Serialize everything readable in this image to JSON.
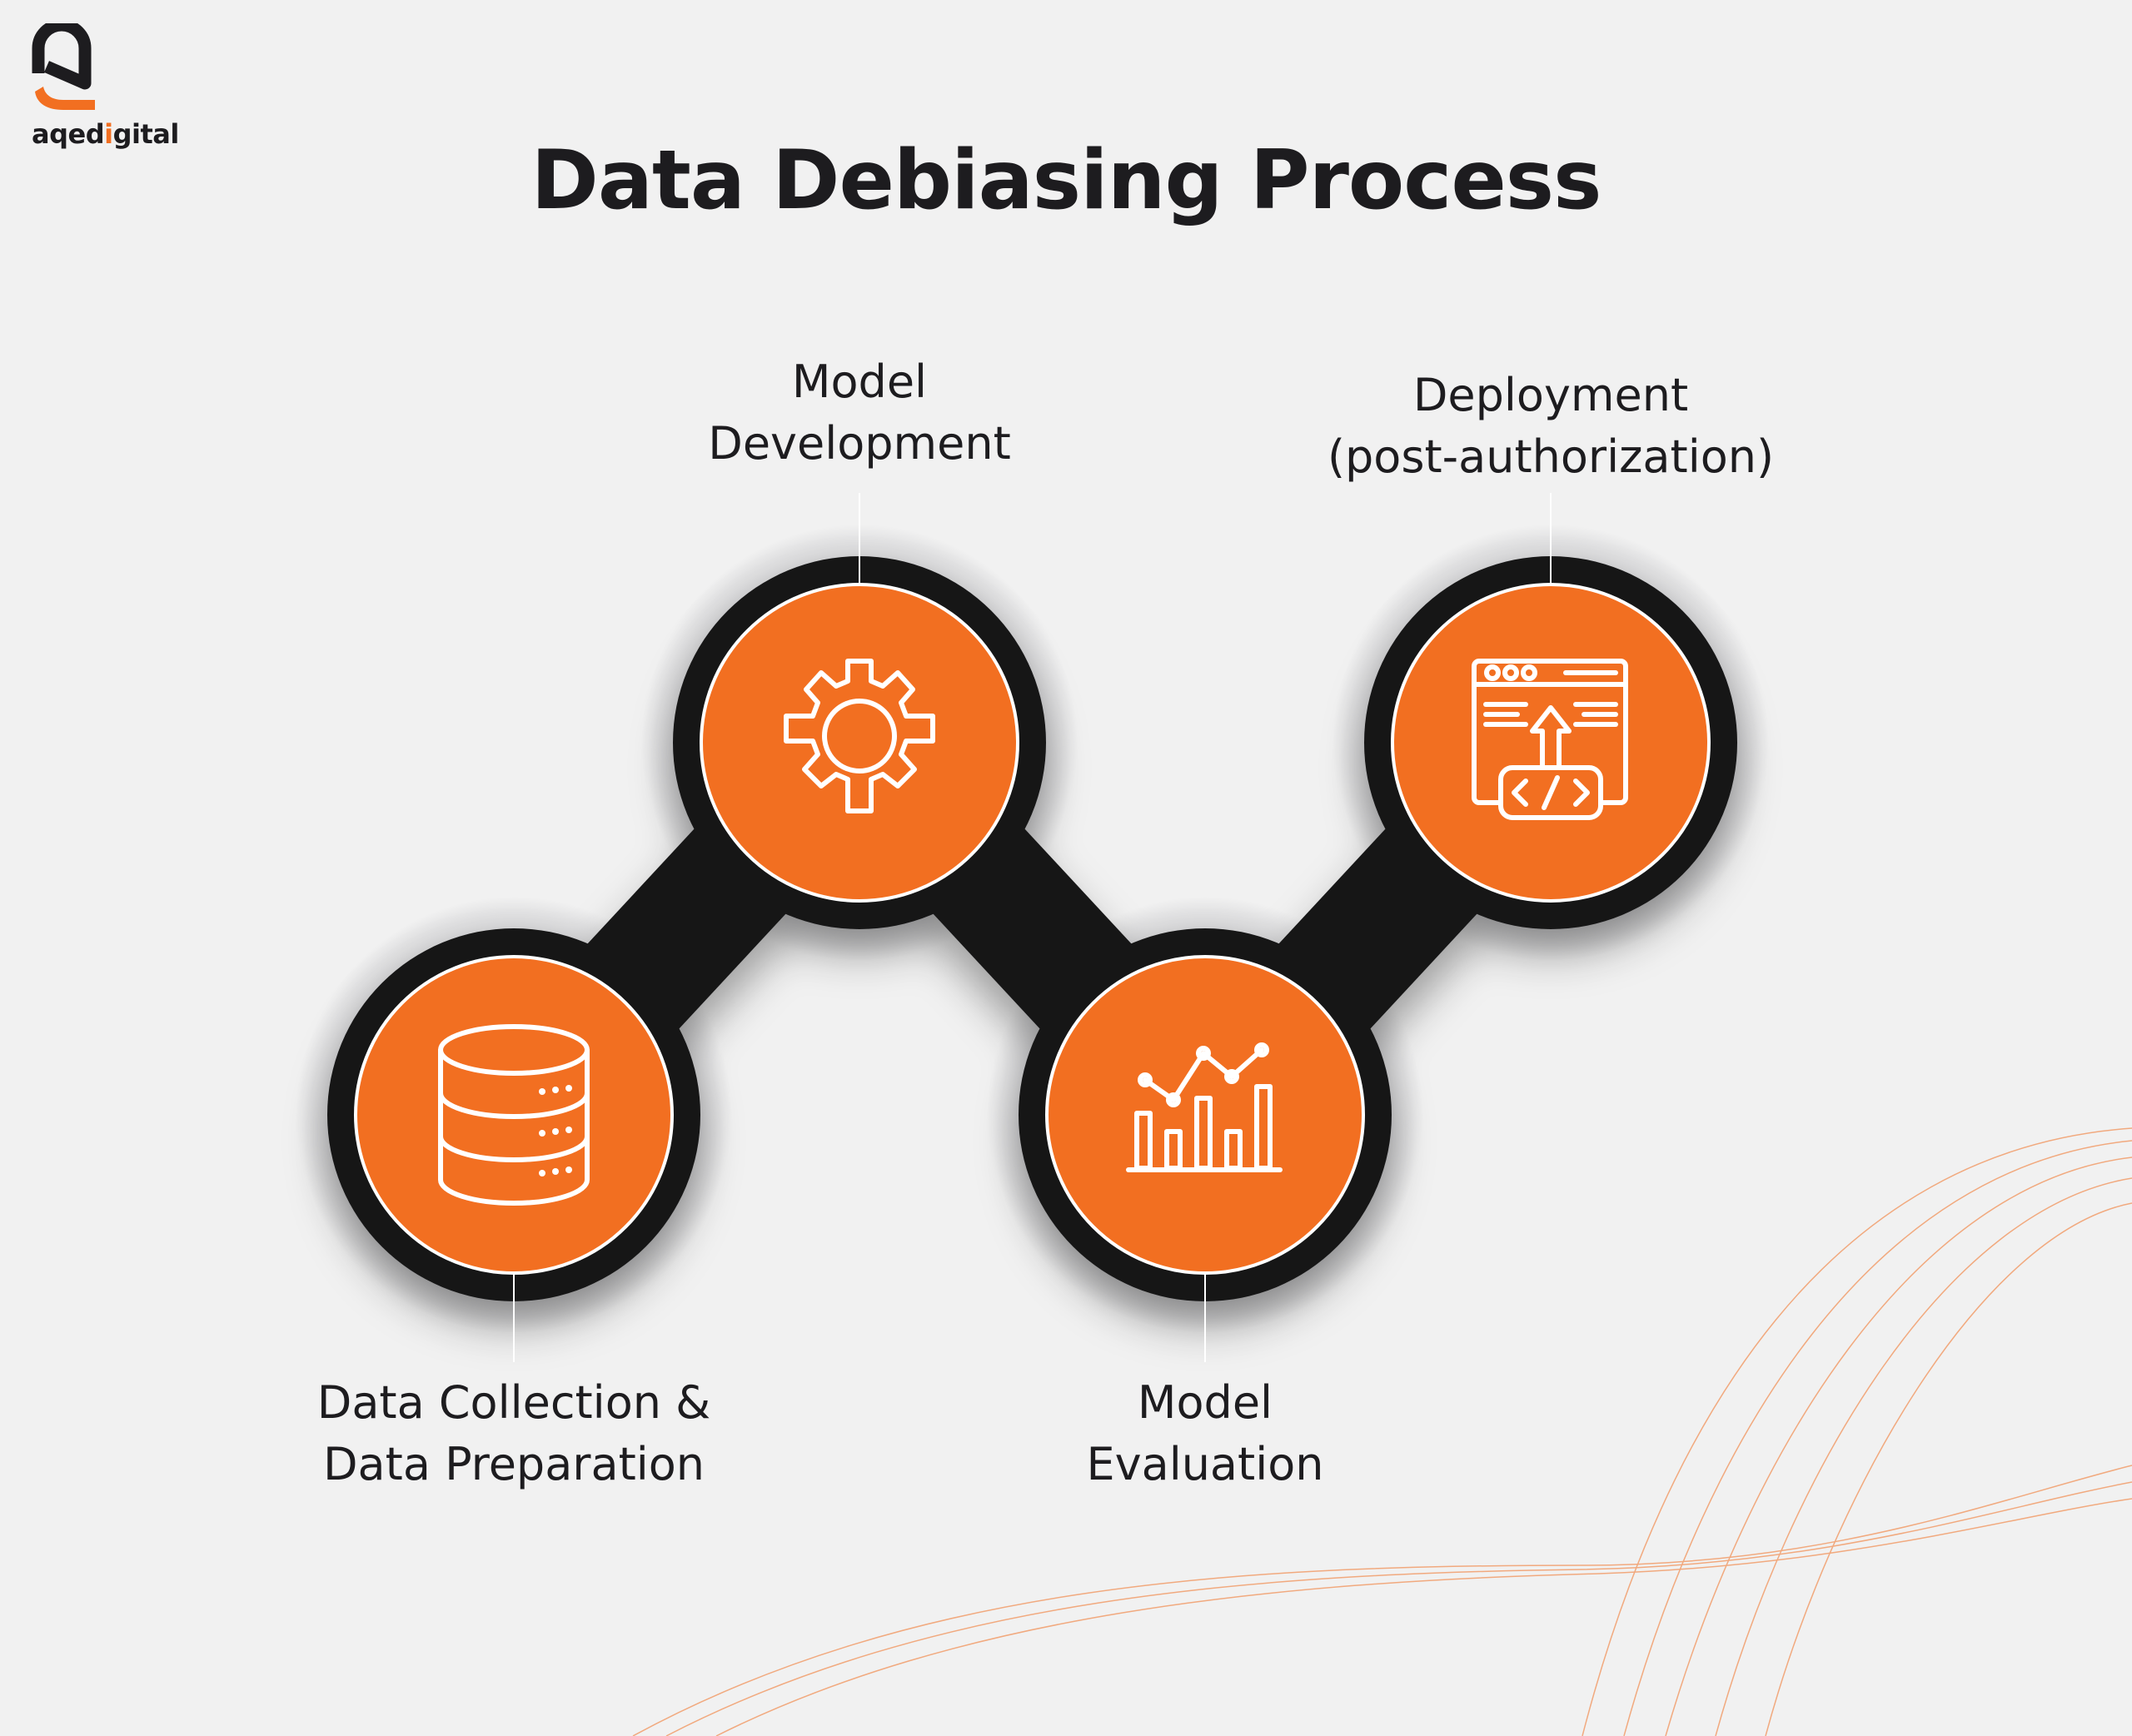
{
  "brand": {
    "name_pre": "aqed",
    "name_i": "i",
    "name_post": "gital"
  },
  "title": "Data Debiasing Process",
  "colors": {
    "accent": "#f26f21",
    "ring": "#151517",
    "background": "#f1f1f1"
  },
  "steps": [
    {
      "label_line1": "Data Collection &",
      "label_line2": "Data Preparation",
      "icon": "database-icon"
    },
    {
      "label_line1": "Model",
      "label_line2": "Development",
      "icon": "gear-icon"
    },
    {
      "label_line1": "Model",
      "label_line2": "Evaluation",
      "icon": "chart-icon"
    },
    {
      "label_line1": "Deployment",
      "label_line2": "(post-authorization)",
      "icon": "code-deploy-icon"
    }
  ]
}
